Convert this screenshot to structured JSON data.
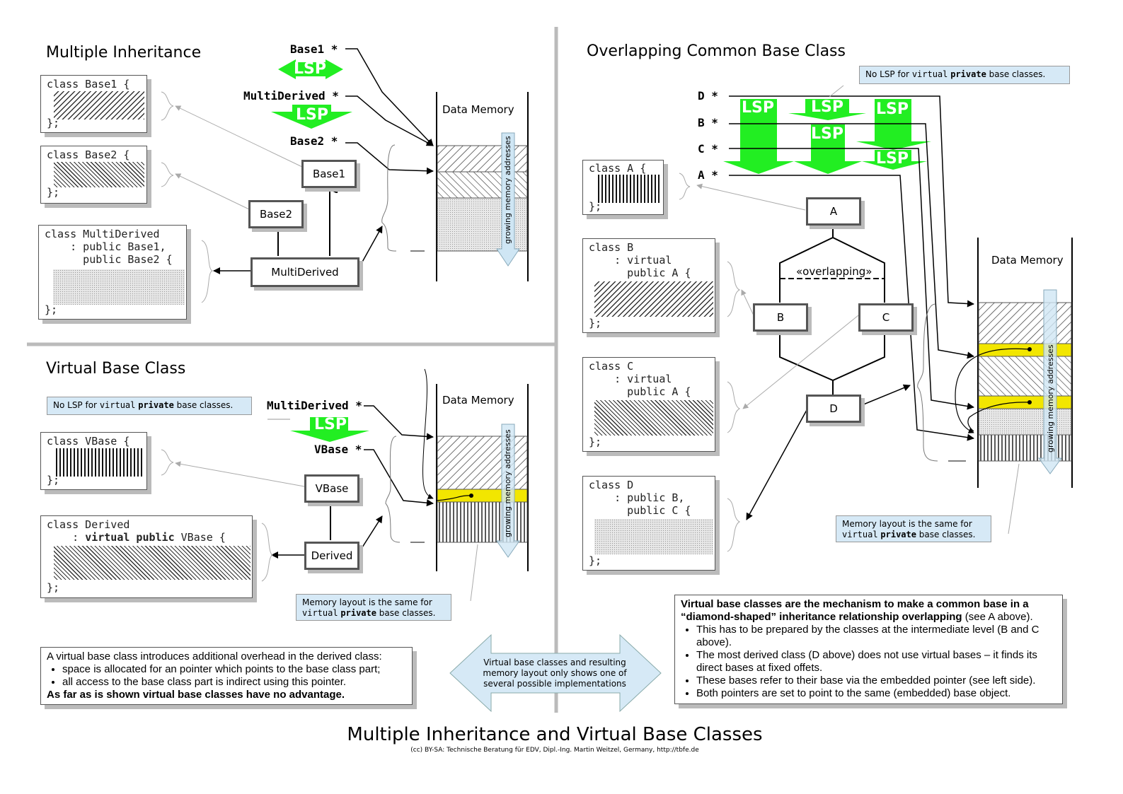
{
  "sections": {
    "mi_title": "Multiple Inheritance",
    "vb_title": "Virtual Base Class",
    "oc_title": "Overlapping Common Base Class"
  },
  "mi": {
    "base1_code": [
      "class Base1 {",
      "};"
    ],
    "base2_code": [
      "class Base2 {",
      "};"
    ],
    "md_code": [
      "class MultiDerived",
      "    : public Base1,",
      "      public Base2 {",
      "};"
    ],
    "uml": {
      "base1": "Base1",
      "base2": "Base2",
      "md": "MultiDerived"
    },
    "ptr": {
      "base1": "Base1 *",
      "md": "MultiDerived *",
      "base2": "Base2 *"
    },
    "lsp": "LSP",
    "mem_label": "Data Memory",
    "grow": "growing memory addresses"
  },
  "vb": {
    "note": {
      "pre": "No LSP for ",
      "kw1": "virtual",
      "kw2": "private",
      "post": " base classes."
    },
    "vbase_code": [
      "class VBase {",
      "};"
    ],
    "derived_code": {
      "l1": "class Derived",
      "l2_pre": "    : ",
      "l2_kw": "virtual public",
      "l2_post": " VBase {",
      "l3": "};"
    },
    "uml": {
      "vbase": "VBase",
      "derived": "Derived"
    },
    "ptr": {
      "md": "MultiDerived *",
      "vbase": "VBase *"
    },
    "lsp": "LSP",
    "mem_label": "Data Memory",
    "grow": "growing memory addresses",
    "mem_note": {
      "l1": "Memory layout is the same for",
      "kw1": "virtual",
      "kw2": "private",
      "post": " base classes."
    },
    "overhead": {
      "intro": "A virtual base class introduces additional overhead in the derived class:",
      "items": [
        "space is allocated for an pointer which points to the base class part;",
        "all access to the base class part is indirect using this pointer."
      ],
      "conclusion": "As far as is shown virtual base classes have no advantage."
    }
  },
  "oc": {
    "note": {
      "pre": "No LSP for ",
      "kw1": "virtual",
      "kw2": "private",
      "post": " base classes."
    },
    "ptrs": [
      "D *",
      "B *",
      "C *",
      "A *"
    ],
    "lsp": "LSP",
    "a_code": [
      "class A {",
      "};"
    ],
    "b_code": [
      "class B",
      "    : virtual",
      "      public A {",
      "};"
    ],
    "c_code": [
      "class C",
      "    : virtual",
      "      public A {",
      "};"
    ],
    "d_code": [
      "class D",
      "    : public B,",
      "      public C {",
      "};"
    ],
    "uml": {
      "a": "A",
      "b": "B",
      "c": "C",
      "d": "D",
      "overlapping": "«overlapping»"
    },
    "mem_label": "Data Memory",
    "grow": "growing memory addresses",
    "mem_note": {
      "l1": "Memory layout is the same for",
      "kw1": "virtual",
      "kw2": "private",
      "post": " base classes."
    },
    "summary": {
      "bold": "Virtual base classes are the mechanism to make a common base in a “diamond-shaped” inheritance relationship overlapping",
      "rest": " (see A above).",
      "items": [
        "This has to be prepared by the classes at the intermediate level (B and C above).",
        "The most derived class (D above) does not use virtual bases – it finds its direct bases at fixed offets.",
        "These bases refer to their base via the embedded pointer (see left side).",
        "Both pointers are set to point to the same (embedded) base object."
      ]
    }
  },
  "center_note": "Virtual base  classes and resulting memory layout only shows one of several possible implementations",
  "footer": {
    "title": "Multiple Inheritance and Virtual Base Classes",
    "credit": "(cc) BY-SA: Technische Beratung für EDV, Dipl.-Ing. Martin Weitzel, Germany, http://tbfe.de"
  },
  "colors": {
    "lsp_green": "#22ee22",
    "note_blue": "#d6e9f6",
    "highlight_yellow": "#f2e600",
    "divider": "#bbbbbb"
  }
}
